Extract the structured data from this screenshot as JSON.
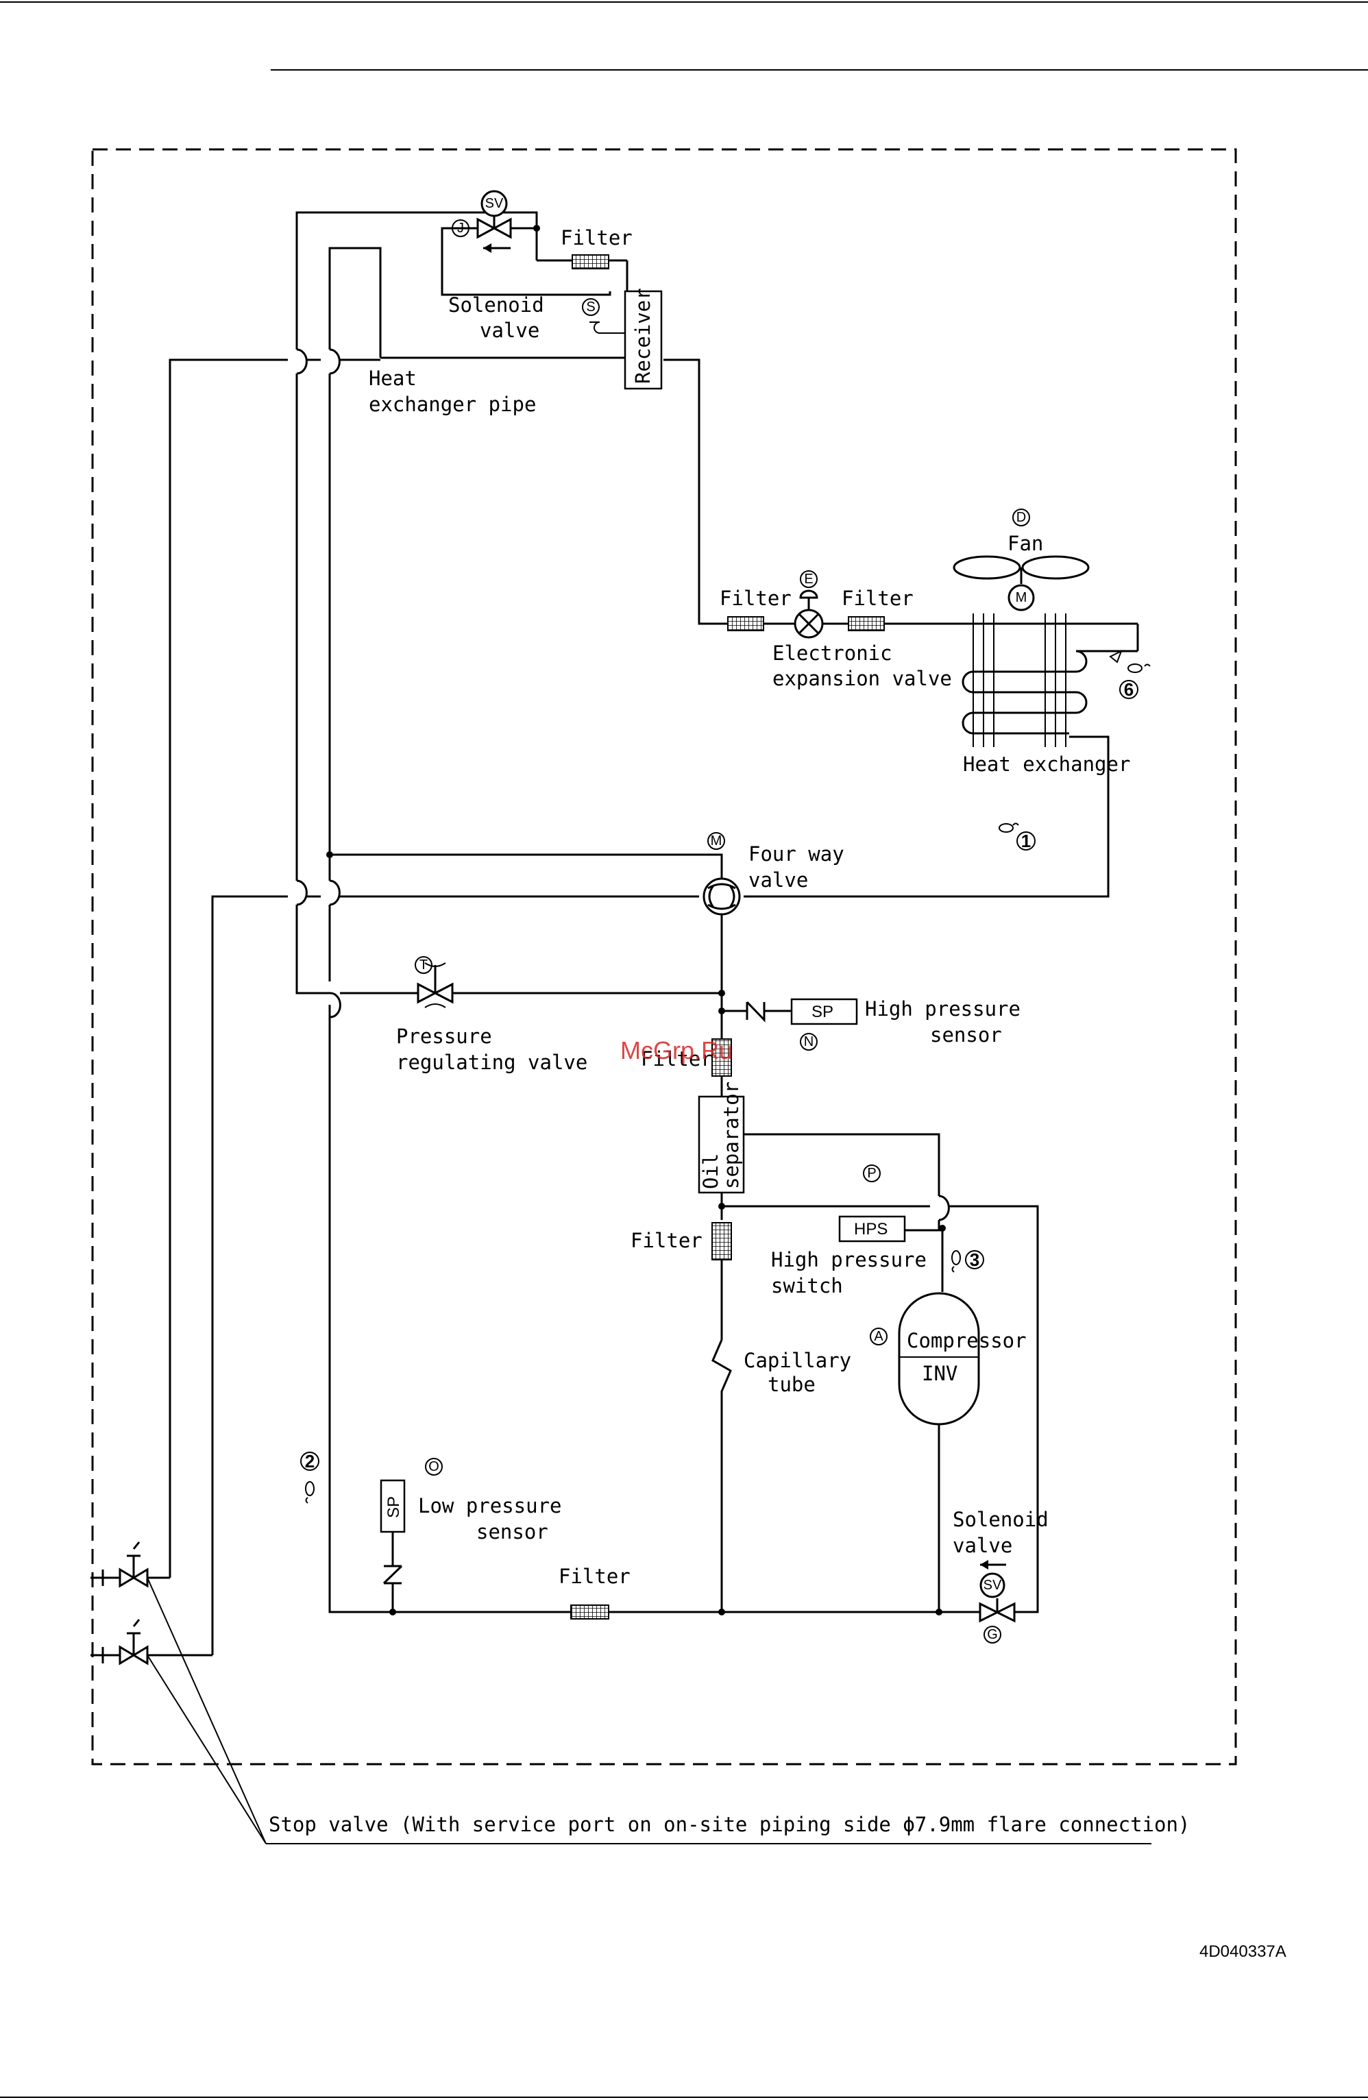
{
  "labels": {
    "filter": "Filter",
    "solenoid_valve_1": "Solenoid",
    "solenoid_valve_2": "valve",
    "receiver": "Receiver",
    "heat_exchanger_pipe_1": "Heat",
    "heat_exchanger_pipe_2": "exchanger pipe",
    "fan": "Fan",
    "motor": "M",
    "electronic_expansion_1": "Electronic",
    "electronic_expansion_2": "expansion valve",
    "heat_exchanger": "Heat exchanger",
    "four_way_1": "Four way",
    "four_way_2": "valve",
    "pressure_reg_1": "Pressure",
    "pressure_reg_2": "regulating valve",
    "sp": "SP",
    "high_pressure_sensor_1": "High pressure",
    "high_pressure_sensor_2": "sensor",
    "oil_separator_1": "Oil",
    "oil_separator_2": "separator",
    "hps": "HPS",
    "high_pressure_switch_1": "High pressure",
    "high_pressure_switch_2": "switch",
    "compressor": "Compressor",
    "inv": "INV",
    "capillary_1": "Capillary",
    "capillary_2": "tube",
    "low_pressure_sensor_1": "Low pressure",
    "low_pressure_sensor_2": "sensor",
    "sv": "SV",
    "stop_valve": "Stop valve (With service port on on-site piping side  ϕ7.9mm flare connection)"
  },
  "markers": {
    "J": "J",
    "S": "S",
    "D": "D",
    "E": "E",
    "M": "M",
    "T": "T",
    "N": "N",
    "P": "P",
    "A": "A",
    "O": "O",
    "G": "G"
  },
  "thermistors": {
    "t1": "1",
    "t2": "2",
    "t3": "3",
    "t6": "6"
  },
  "watermark": "McGrp.Ru",
  "doc_id": "4D040337A"
}
